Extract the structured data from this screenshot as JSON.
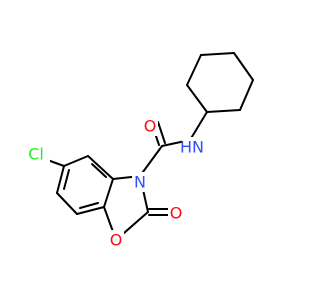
{
  "molecule": {
    "atoms": {
      "oxygen_carbonyl_amide": {
        "text": "O",
        "color": "#FF0D0D"
      },
      "nitrogen_amide": {
        "text": "N",
        "color": "#3050F8"
      },
      "hydrogen_amide": {
        "text": "H",
        "color": "#3050F8"
      },
      "nitrogen_ring": {
        "text": "N",
        "color": "#3050F8"
      },
      "chlorine": {
        "text": "Cl",
        "color": "#1FF01F"
      },
      "oxygen_carbonyl_ring": {
        "text": "O",
        "color": "#FF0D0D"
      },
      "oxygen_ring": {
        "text": "O",
        "color": "#FF0D0D"
      }
    }
  }
}
